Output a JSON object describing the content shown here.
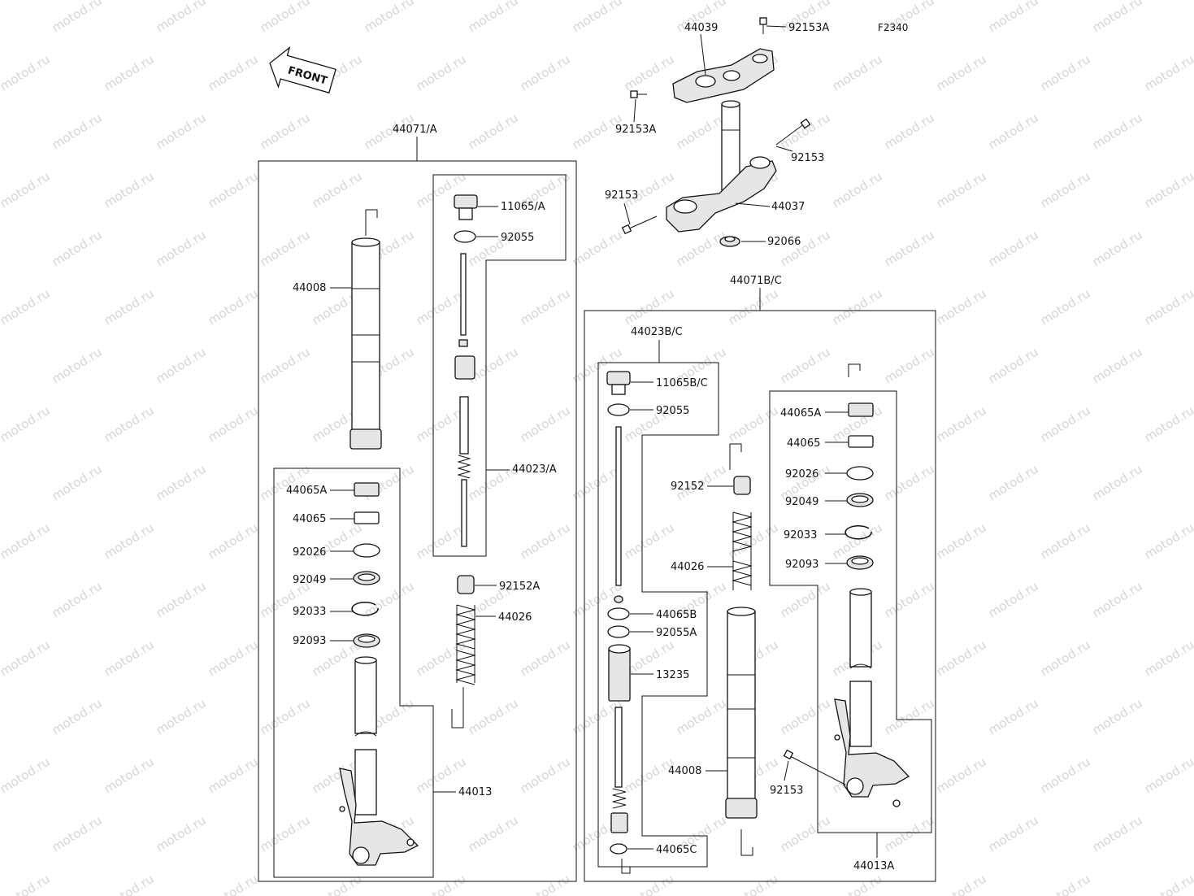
{
  "figure_code": "F2340",
  "front_arrow": "FRONT",
  "watermark": "motod.ru",
  "labels": {
    "l44039": "44039",
    "l92153A_top": "92153A",
    "l92153A_left": "92153A",
    "l92153_right": "92153",
    "l92153_left": "92153",
    "l44037": "44037",
    "l92066": "92066",
    "l44071A": "44071/A",
    "l11065A": "11065/A",
    "l92055_a": "92055",
    "l44008_a": "44008",
    "l44023A": "44023/A",
    "l44065A_a": "44065A",
    "l44065_a": "44065",
    "l92026_a": "92026",
    "l92049_a": "92049",
    "l92033_a": "92033",
    "l92093_a": "92093",
    "l92152A": "92152A",
    "l44026_a": "44026",
    "l44013": "44013",
    "l44071BC": "44071B/C",
    "l44023BC": "44023B/C",
    "l11065BC": "11065B/C",
    "l92055_b": "92055",
    "l92152": "92152",
    "l44026_b": "44026",
    "l44065B": "44065B",
    "l92055A": "92055A",
    "l13235": "13235",
    "l44008_b": "44008",
    "l44065C": "44065C",
    "l44065A_b": "44065A",
    "l44065_b": "44065",
    "l92026_b": "92026",
    "l92049_b": "92049",
    "l92033_b": "92033",
    "l92093_b": "92093",
    "l92153_b": "92153",
    "l44013A": "44013A"
  }
}
